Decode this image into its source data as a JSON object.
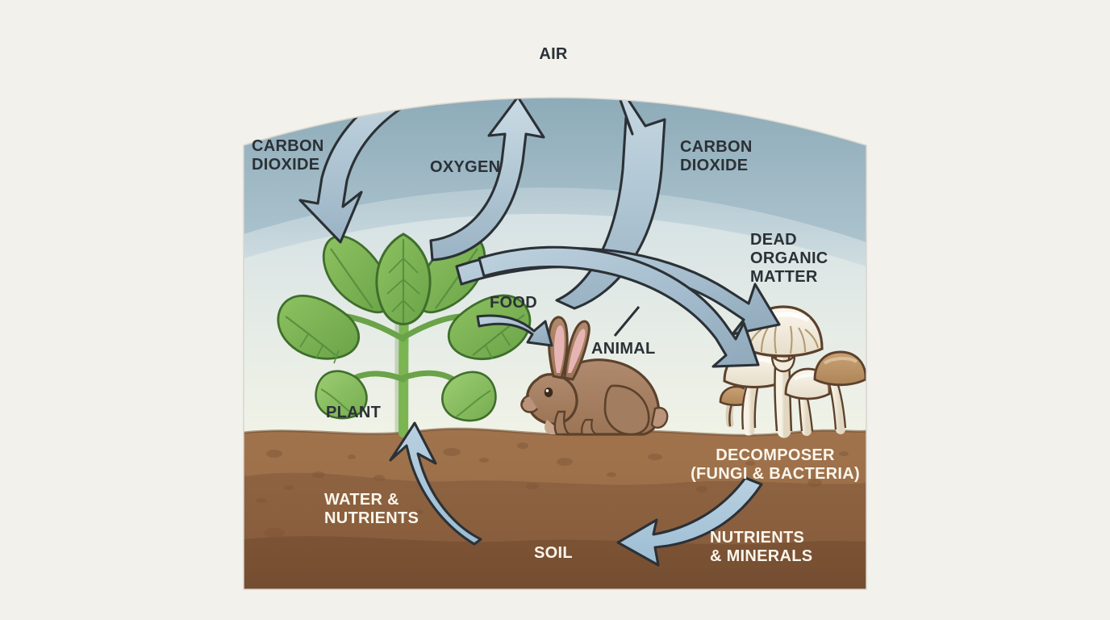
{
  "diagram": {
    "title": "Ecosystem Nutrient and Gas Cycle",
    "type": "cycle-diagram",
    "background_color": "#f2f1ec",
    "sky_top_band_color": "#93aebb",
    "sky_mid_color": "#cfdde4",
    "sky_low_color": "#eef1e8",
    "soil_top_color": "#9a6f49",
    "soil_mid_color": "#8a5f3e",
    "soil_bottom_color": "#7a5234",
    "arrow_fill_color": "#a9c2d3",
    "arrow_outline_color": "#2b3136",
    "plant_green_color": "#7cb24f",
    "animal_brown_color": "#a9846a",
    "mushroom_cream_color": "#f2ece0"
  },
  "labels": {
    "air": "AIR",
    "carbon_dioxide_left": "CARBON\nDIOXIDE",
    "oxygen": "OXYGEN",
    "carbon_dioxide_right": "CARBON\nDIOXIDE",
    "dead_organic_matter": "DEAD\nORGANIC\nMATTER",
    "food": "FOOD",
    "plant": "PLANT",
    "animal": "ANIMAL",
    "decomposer": "DECOMPOSER\n(FUNGI & BACTERIA)",
    "water_nutrients": "WATER &\nNUTRIENTS",
    "soil": "SOIL",
    "nutrients_minerals": "NUTRIENTS\n& MINERALS"
  },
  "flows": [
    {
      "id": "co2-to-plant",
      "from": "AIR",
      "to": "PLANT",
      "label": "CARBON DIOXIDE",
      "direction": "down-left"
    },
    {
      "id": "oxygen-to-air",
      "from": "PLANT",
      "to": "AIR",
      "label": "OXYGEN",
      "direction": "up"
    },
    {
      "id": "co2-from-animal",
      "from": "ANIMAL",
      "to": "AIR",
      "label": "CARBON DIOXIDE",
      "direction": "up-right"
    },
    {
      "id": "plant-to-animal",
      "from": "PLANT",
      "to": "ANIMAL",
      "label": "FOOD",
      "direction": "right"
    },
    {
      "id": "plant-to-decomposer",
      "from": "PLANT",
      "to": "DECOMPOSER",
      "label": "DEAD ORGANIC MATTER",
      "direction": "right-down"
    },
    {
      "id": "animal-to-decomposer",
      "from": "ANIMAL",
      "to": "DECOMPOSER",
      "label": "DEAD ORGANIC MATTER",
      "direction": "right-down"
    },
    {
      "id": "decomposer-to-soil",
      "from": "DECOMPOSER",
      "to": "SOIL",
      "label": "NUTRIENTS & MINERALS",
      "direction": "left"
    },
    {
      "id": "soil-to-plant",
      "from": "SOIL",
      "to": "PLANT",
      "label": "WATER & NUTRIENTS",
      "direction": "up-left"
    }
  ],
  "organisms": [
    {
      "id": "plant",
      "name": "PLANT",
      "role": "producer"
    },
    {
      "id": "animal",
      "name": "ANIMAL",
      "role": "consumer",
      "depicted_as": "rabbit"
    },
    {
      "id": "decomposer",
      "name": "DECOMPOSER (FUNGI & BACTERIA)",
      "role": "decomposer",
      "depicted_as": "mushrooms"
    }
  ]
}
